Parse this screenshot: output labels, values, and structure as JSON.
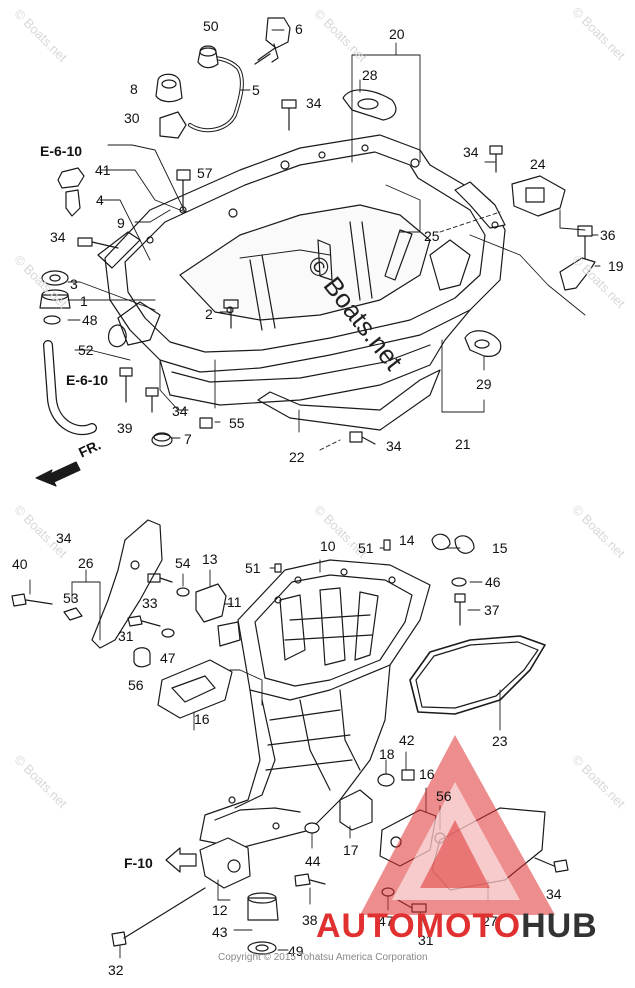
{
  "watermark": {
    "repeat_text": "© Boats.net",
    "center_text": "© Boats.net"
  },
  "copyright": "Copyright © 2015 Tohatsu America Corporation",
  "brand_logo": {
    "part_a": "AUTOMOTO",
    "part_b": "HUB",
    "colors": {
      "red": "#e03030",
      "dark": "#333333"
    }
  },
  "refs": {
    "top_a": "E-6-10",
    "top_b": "E-6-10",
    "bottom": "F-10",
    "fr": "FR."
  },
  "top_labels": [
    "50",
    "6",
    "20",
    "28",
    "8",
    "5",
    "34",
    "30",
    "41",
    "4",
    "57",
    "9",
    "34",
    "24",
    "34",
    "25",
    "36",
    "19",
    "3",
    "1",
    "48",
    "2",
    "52",
    "39",
    "34",
    "7",
    "55",
    "29",
    "21",
    "22",
    "34"
  ],
  "bottom_labels": [
    "34",
    "26",
    "40",
    "53",
    "54",
    "13",
    "33",
    "51",
    "10",
    "51",
    "14",
    "15",
    "46",
    "37",
    "11",
    "31",
    "47",
    "56",
    "16",
    "23",
    "42",
    "18",
    "16",
    "56",
    "17",
    "44",
    "12",
    "38",
    "43",
    "49",
    "32",
    "31",
    "47",
    "27",
    "34"
  ]
}
